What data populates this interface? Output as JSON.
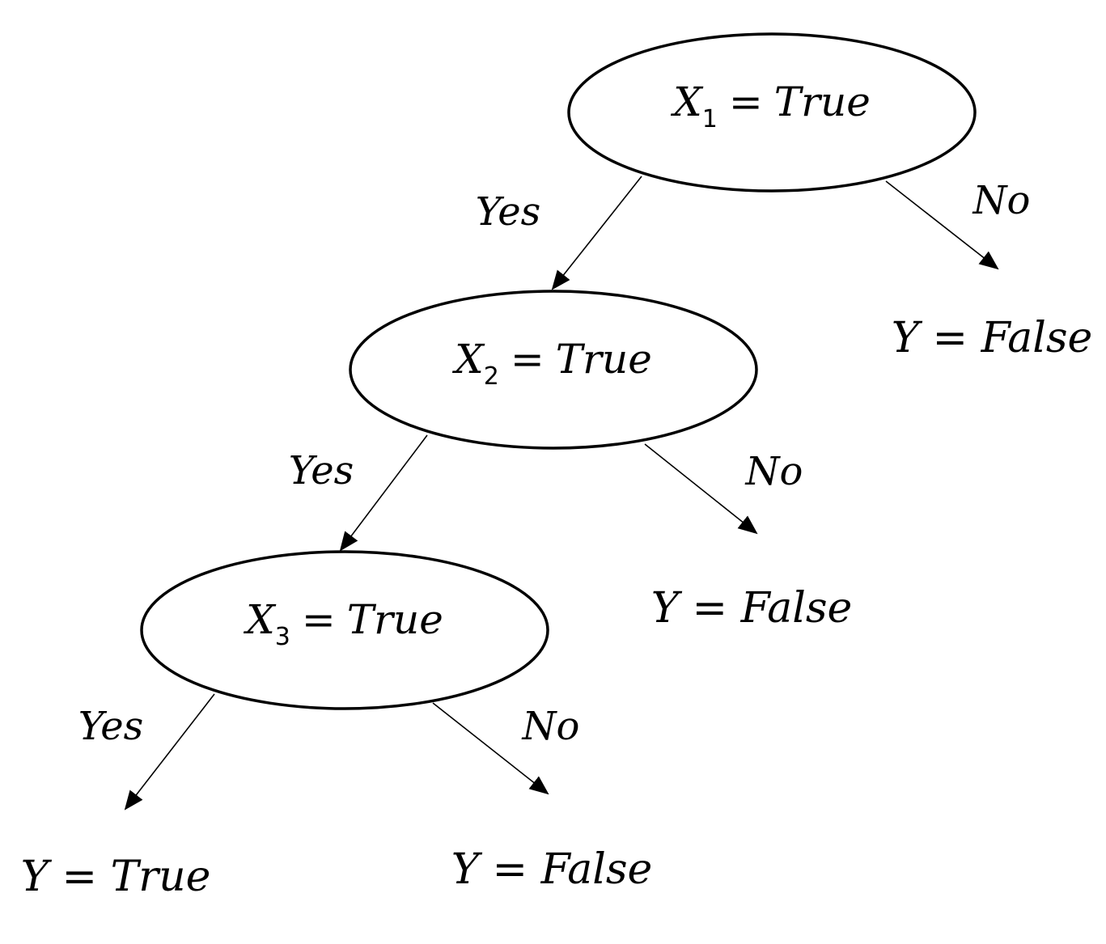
{
  "tree": {
    "nodes": [
      {
        "id": "node-1",
        "variable": "X",
        "subscript": "1",
        "operator": "=",
        "value": "True"
      },
      {
        "id": "node-2",
        "variable": "X",
        "subscript": "2",
        "operator": "=",
        "value": "True"
      },
      {
        "id": "node-3",
        "variable": "X",
        "subscript": "3",
        "operator": "=",
        "value": "True"
      }
    ],
    "edge_labels": {
      "yes": "Yes",
      "no": "No"
    },
    "leaves": [
      {
        "id": "leaf-1-no",
        "text": "Y = False"
      },
      {
        "id": "leaf-2-no",
        "text": "Y = False"
      },
      {
        "id": "leaf-3-yes",
        "text": "Y = True"
      },
      {
        "id": "leaf-3-no",
        "text": "Y = False"
      }
    ]
  },
  "colors": {
    "stroke": "#000000",
    "background": "#ffffff"
  }
}
